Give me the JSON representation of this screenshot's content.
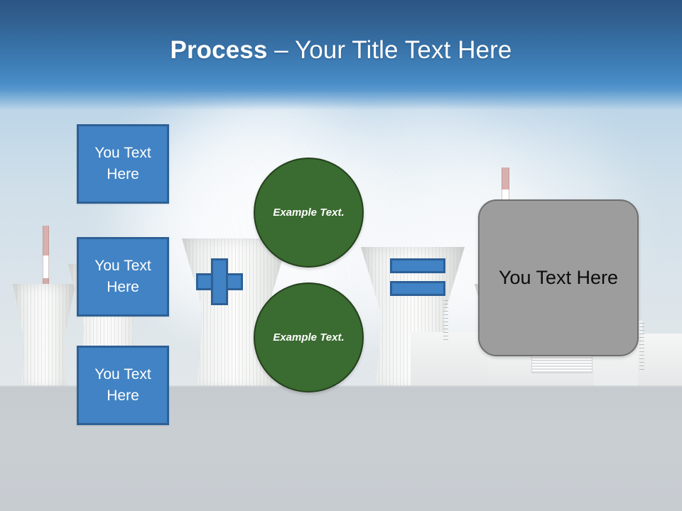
{
  "slide": {
    "title": {
      "bold_part": "Process",
      "rest": " – Your Title Text Here",
      "full": "Process – Your Title Text Here"
    },
    "background": {
      "description": "nuclear-power-plant-cooling-towers-photo",
      "sky_top_color": "#6fa5d2",
      "ground_color": "#c8ced3",
      "title_band_top_color": "#2c5585",
      "title_band_bottom_color": "#5e9bcf"
    },
    "shapes": {
      "blue_boxes": [
        {
          "label": "You Text Here"
        },
        {
          "label": "You Text Here"
        },
        {
          "label": "You Text Here"
        }
      ],
      "green_circles": [
        {
          "label": "Example Text."
        },
        {
          "label": "Example Text."
        }
      ],
      "operators": [
        {
          "name": "plus",
          "glyph": "+"
        },
        {
          "name": "equals",
          "glyph": "="
        }
      ],
      "result_panel": {
        "label": "You Text Here"
      }
    },
    "colors": {
      "accent_blue": "#4183c4",
      "accent_blue_border": "#2e6096",
      "accent_green": "#3a6b30",
      "accent_green_border": "#24401d",
      "panel_gray": "#9d9d9d",
      "panel_gray_border": "#6f6f6f",
      "title_text": "#ffffff"
    }
  }
}
